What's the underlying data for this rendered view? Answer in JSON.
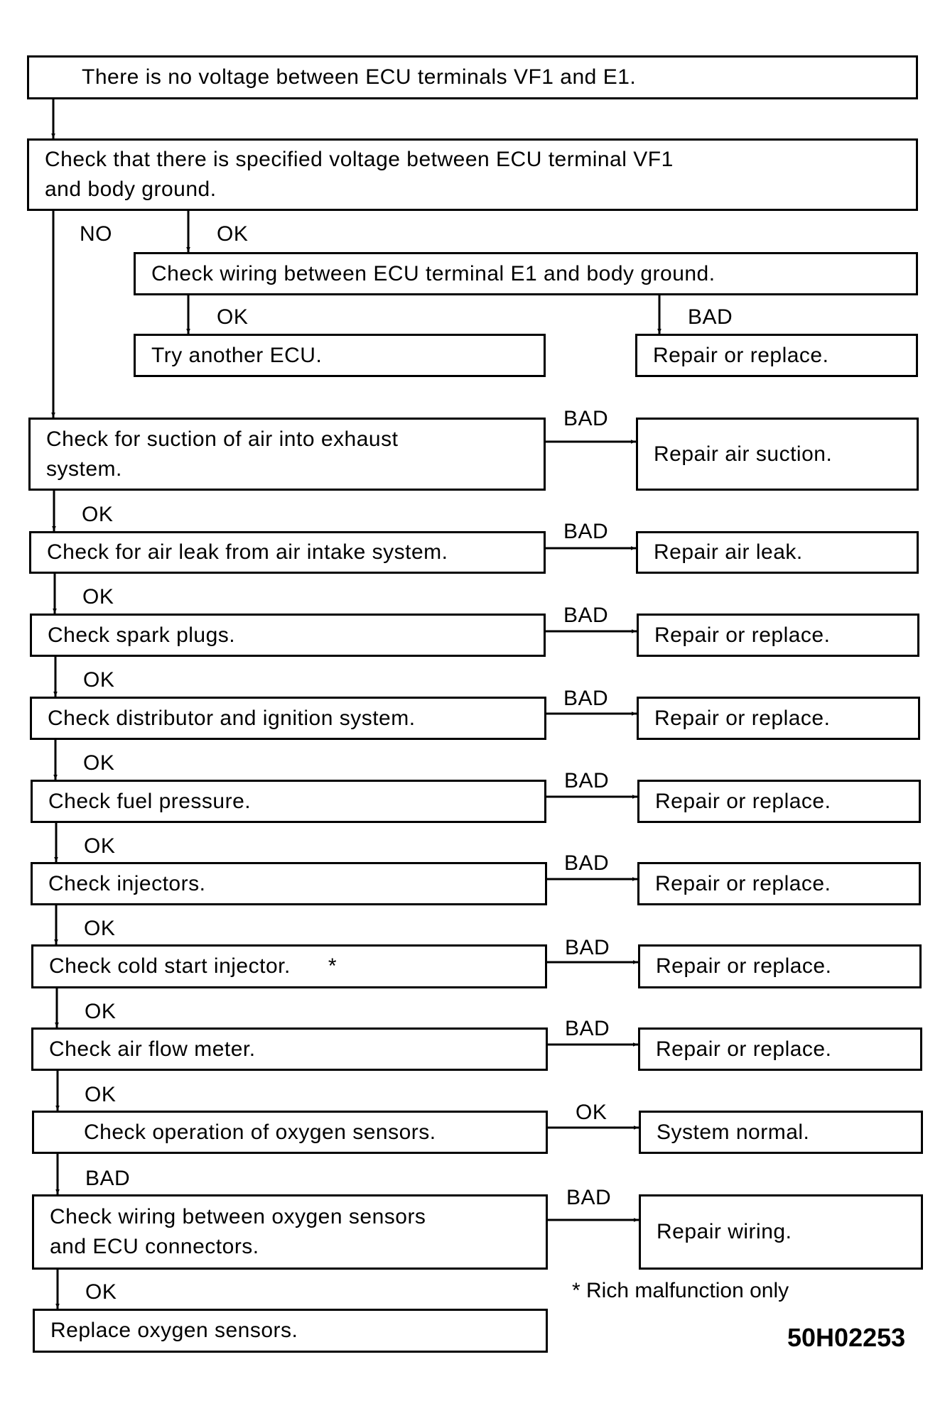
{
  "boxes": {
    "no_voltage": "There is no voltage between ECU terminals VF1 and E1.",
    "check_vf1": "Check that there is specified voltage between ECU terminal VF1\nand body ground.",
    "check_e1_wiring": "Check wiring between ECU terminal E1 and body ground.",
    "try_ecu": "Try another ECU.",
    "repair_replace_1": "Repair or replace.",
    "check_suction": "Check for suction of air into exhaust\nsystem.",
    "repair_suction": "Repair air suction.",
    "check_air_leak": "Check for air leak from air intake system.",
    "repair_air_leak": "Repair air leak.",
    "check_spark": "Check spark plugs.",
    "repair_spark": "Repair or replace.",
    "check_distributor": "Check distributor and ignition system.",
    "repair_distributor": "Repair or replace.",
    "check_fuel": "Check fuel pressure.",
    "repair_fuel": "Repair or replace.",
    "check_injectors": "Check injectors.",
    "repair_injectors": "Repair or replace.",
    "check_cold_start": "Check cold start injector.      *",
    "repair_cold_start": "Repair or replace.",
    "check_afm": "Check air flow meter.",
    "repair_afm": "Repair or replace.",
    "check_o2": "Check operation of oxygen sensors.",
    "system_normal": "System normal.",
    "check_o2_wiring": "Check wiring between oxygen sensors\nand ECU connectors.",
    "repair_wiring": "Repair wiring.",
    "replace_o2": "Replace oxygen sensors."
  },
  "labels": {
    "no": "NO",
    "ok": "OK",
    "bad": "BAD"
  },
  "footnote": "* Rich malfunction only",
  "figure_id": "50H02253"
}
